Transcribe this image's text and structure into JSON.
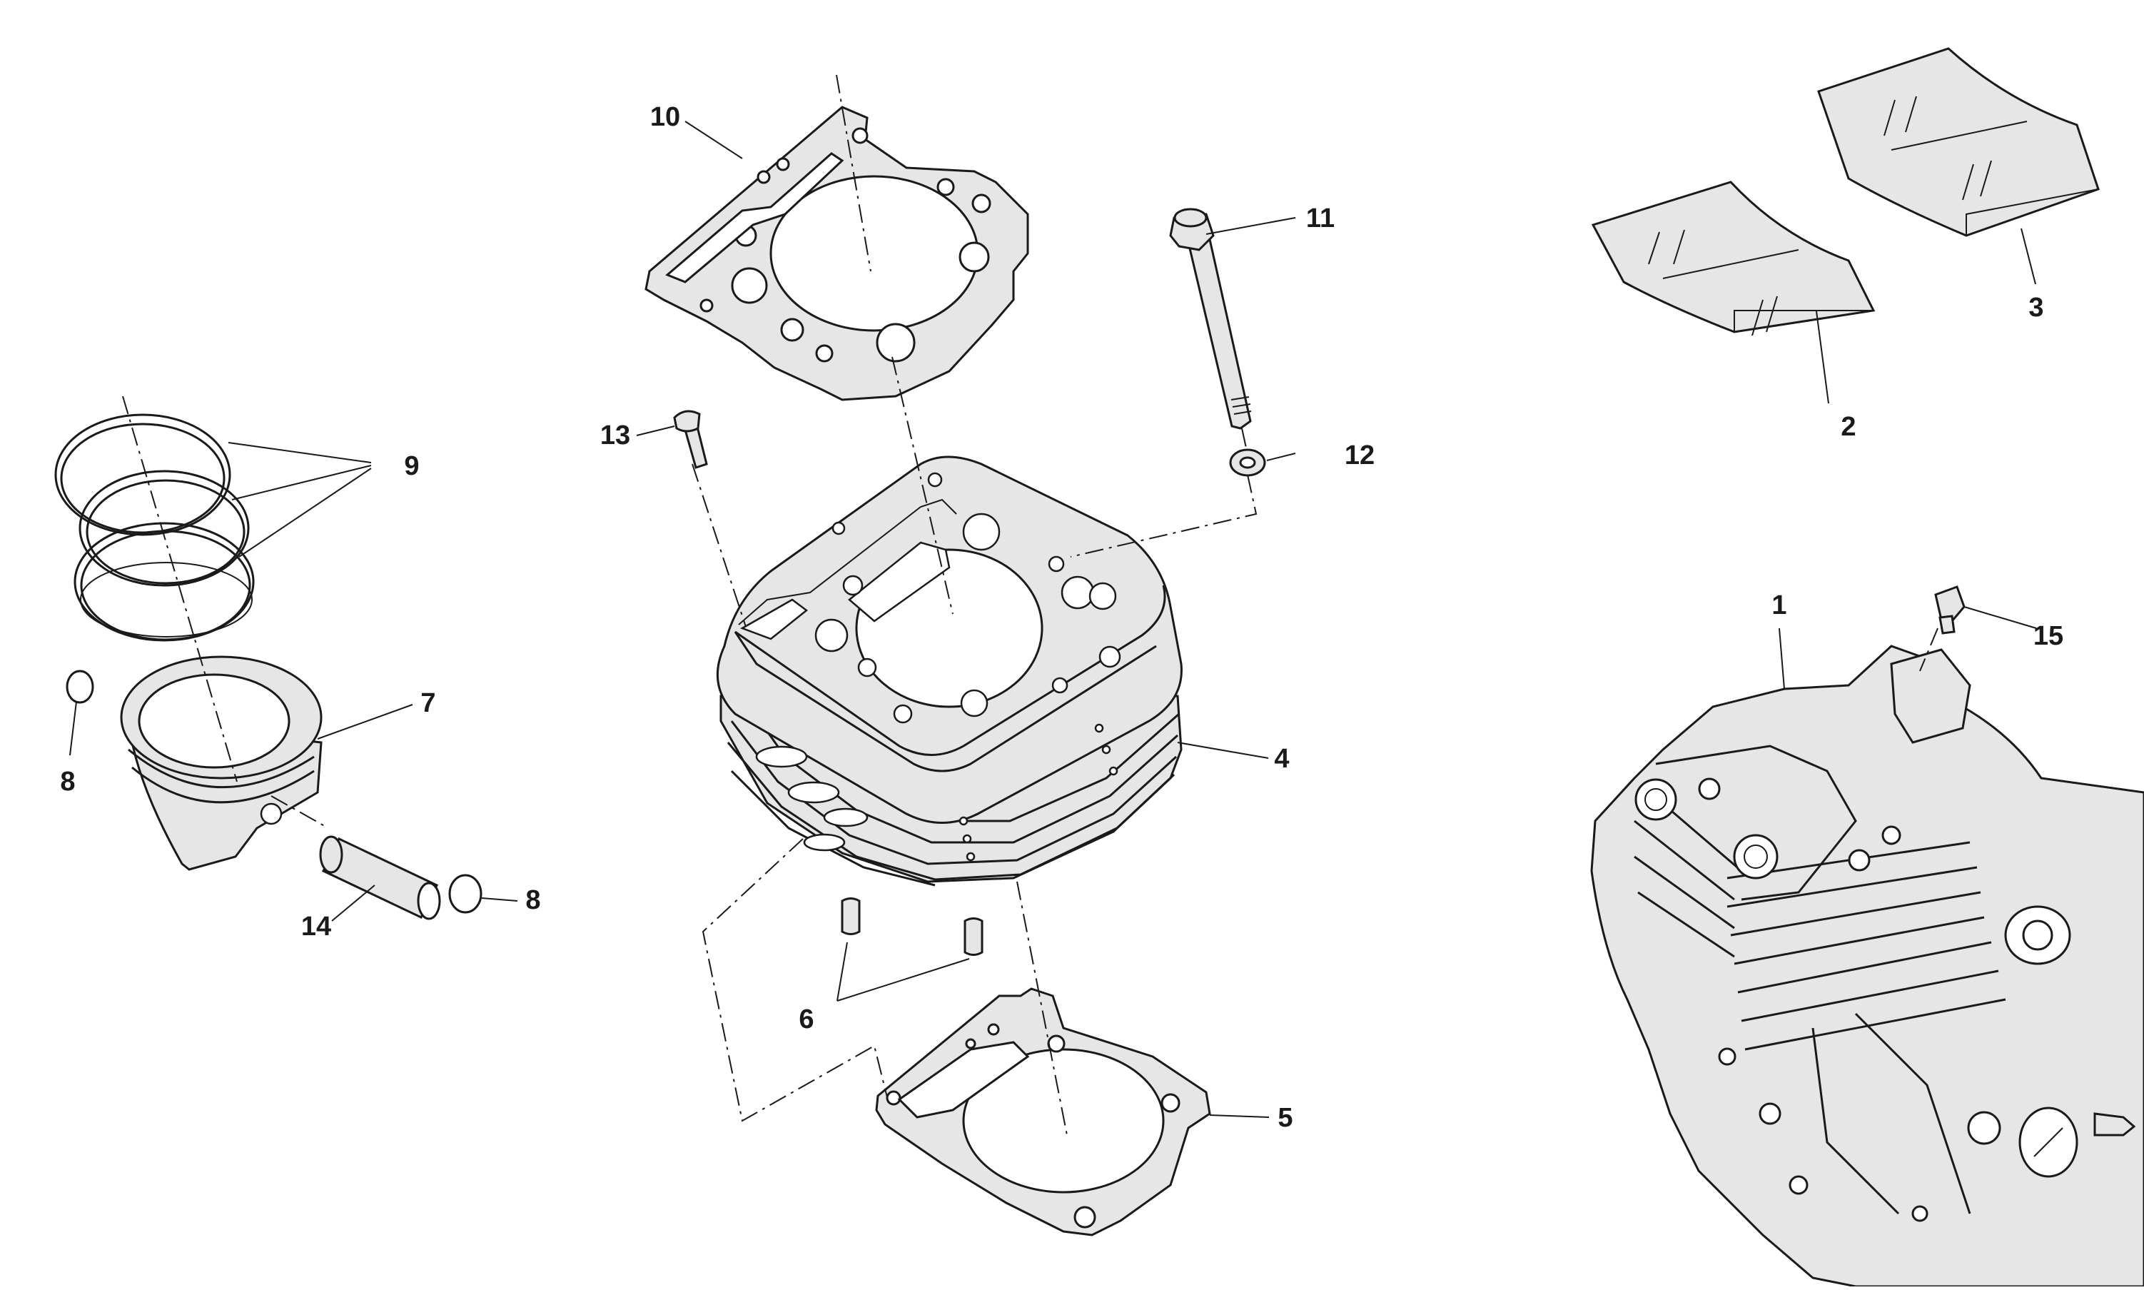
{
  "callouts": [
    {
      "id": "1",
      "label": "1"
    },
    {
      "id": "2",
      "label": "2"
    },
    {
      "id": "3",
      "label": "3"
    },
    {
      "id": "4",
      "label": "4"
    },
    {
      "id": "5",
      "label": "5"
    },
    {
      "id": "6",
      "label": "6"
    },
    {
      "id": "7",
      "label": "7"
    },
    {
      "id": "8a",
      "label": "8"
    },
    {
      "id": "8b",
      "label": "8"
    },
    {
      "id": "9",
      "label": "9"
    },
    {
      "id": "10",
      "label": "10"
    },
    {
      "id": "11",
      "label": "11"
    },
    {
      "id": "12",
      "label": "12"
    },
    {
      "id": "13",
      "label": "13"
    },
    {
      "id": "14",
      "label": "14"
    },
    {
      "id": "15",
      "label": "15"
    }
  ],
  "colors": {
    "line": "#1a1a1a",
    "part_fill": "#e6e6e6",
    "background": "#ffffff"
  }
}
